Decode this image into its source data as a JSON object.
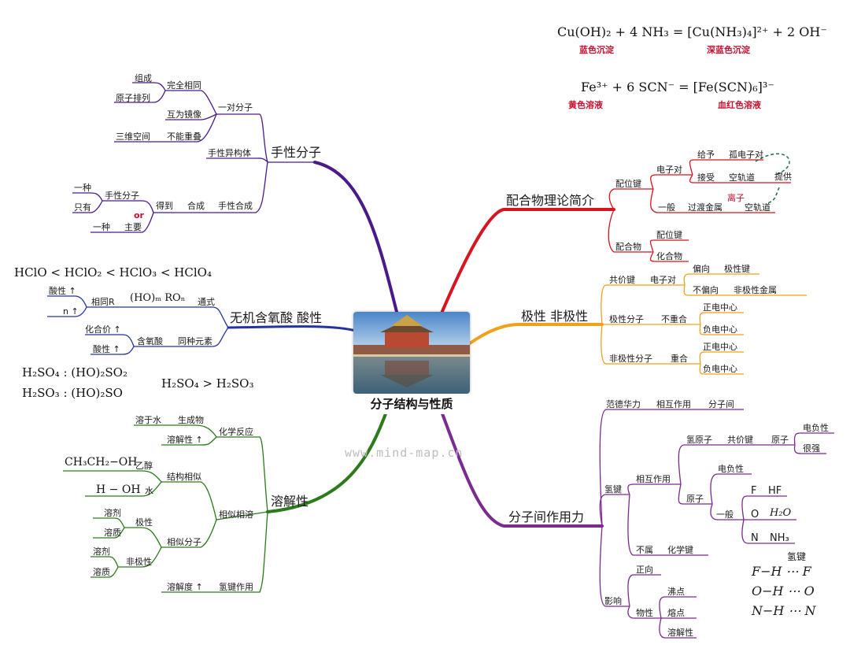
{
  "center": {
    "label": "分子结构与性质"
  },
  "watermark": "www.mind-map.cn",
  "colors": {
    "chiral": "#4b1a8a",
    "acid": "#2533a0",
    "dissolve": "#2c7a1a",
    "complex": "#d8141e",
    "polar": "#f0a11c",
    "intermolecular": "#7b2a8f",
    "note_red": "#c8102e"
  },
  "equations": {
    "cu": "Cu(OH)₂ + 4 NH₃ = [Cu(NH₃)₄]²⁺ + 2 OH⁻",
    "cu_note1": "蓝色沉淀",
    "cu_note2": "深蓝色沉淀",
    "fe": "Fe³⁺ + 6 SCN⁻ = [Fe(SCN)₆]³⁻",
    "fe_note1": "黄色溶液",
    "fe_note2": "血红色溶液",
    "hclo": "HClO < HClO₂ < HClO₃ < HClO₄",
    "h2so4_form": "H₂SO₄ : (HO)₂SO₂",
    "h2so3_form": "H₂SO₃ : (HO)₂SO",
    "h2so4_cmp": "H₂SO₄ > H₂SO₃",
    "ch3ch2oh": "CH₃CH₂−OH",
    "hoh": "H − OH",
    "hbond_label": "氢键",
    "fhf": "F−H ⋯ F",
    "oho": "O−H ⋯ O",
    "nhn": "N−H ⋯ N"
  },
  "chiral": {
    "title": "手性分子",
    "one_pair": "一对分子",
    "identical": "完全相同",
    "composition": "组成",
    "arrangement": "原子排列",
    "mirror": "互为镜像",
    "not_overlap": "不能重叠",
    "space_3d": "三维空间",
    "isomer": "手性异构体",
    "synthesis": "手性合成",
    "synth": "合成",
    "obtain": "得到",
    "chiral_mol": "手性分子",
    "kind1": "一种",
    "only": "只有",
    "or": "or",
    "main": "主要",
    "kind2": "一种"
  },
  "acid": {
    "title": "无机含氧酸  酸性",
    "general": "通式",
    "same_r": "相同R",
    "formula": "(HO)ₘ ROₙ",
    "acidity_up": "酸性 ↑",
    "n_up": "n ↑",
    "same_element": "同种元素",
    "oxy_acid": "含氧酸",
    "valence_up": "化合价 ↑",
    "acidity_up2": "酸性 ↑"
  },
  "dissolve": {
    "title": "溶解性",
    "chem_react": "化学反应",
    "with_water": "溶于水",
    "product": "生成物",
    "solubility_up": "溶解性 ↑",
    "like_dissolve": "相似相溶",
    "struct_similar": "结构相似",
    "ethanol": "乙醇",
    "water": "水",
    "similar_mol": "相似分子",
    "polar": "极性",
    "solvent1": "溶剂",
    "solute1": "溶质",
    "nonpolar": "非极性",
    "solvent2": "溶剂",
    "solute2": "溶质",
    "hbond": "氢键作用",
    "solubility_deg": "溶解度 ↑"
  },
  "complex": {
    "title": "配合物理论简介",
    "coord_bond": "配位键",
    "electron_pair": "电子对",
    "give": "给予",
    "lone_pair": "孤电子对",
    "accept": "接受",
    "empty_orbital": "空轨道",
    "provide": "提供",
    "general": "一般",
    "transition_metal": "过渡金属",
    "ion": "离子",
    "empty_orbital2": "空轨道",
    "compound": "配合物",
    "coord_bond2": "配位键",
    "compound2": "化合物"
  },
  "polar": {
    "title": "极性  非极性",
    "covalent": "共价键",
    "electron_pair": "电子对",
    "bias": "偏向",
    "polar_bond": "极性键",
    "no_bias": "不偏向",
    "nonpolar_bond": "非极性金属",
    "polar_mol": "极性分子",
    "not_coincide": "不重合",
    "pos_center1": "正电中心",
    "neg_center1": "负电中心",
    "nonpolar_mol": "非极性分子",
    "coincide": "重合",
    "pos_center2": "正电中心",
    "neg_center2": "负电中心"
  },
  "inter": {
    "title": "分子间作用力",
    "vdw": "范德华力",
    "interaction": "相互作用",
    "between": "分子间",
    "hbond": "氢键",
    "interaction2": "相互作用",
    "h_atom": "氢原子",
    "cov_bond": "共价键",
    "atom": "原子",
    "eneg": "电负性",
    "very_strong": "很强",
    "atom2": "原子",
    "eneg2": "电负性",
    "general": "一般",
    "f": "F",
    "hf": "HF",
    "o": "O",
    "h2o": "H₂O",
    "n": "N",
    "nh3": "NH₃",
    "not_belong": "不属",
    "chem_bond": "化学键",
    "effect": "影响",
    "positive": "正向",
    "physical": "物性",
    "boiling": "沸点",
    "melting": "熔点",
    "solubility": "溶解性"
  }
}
